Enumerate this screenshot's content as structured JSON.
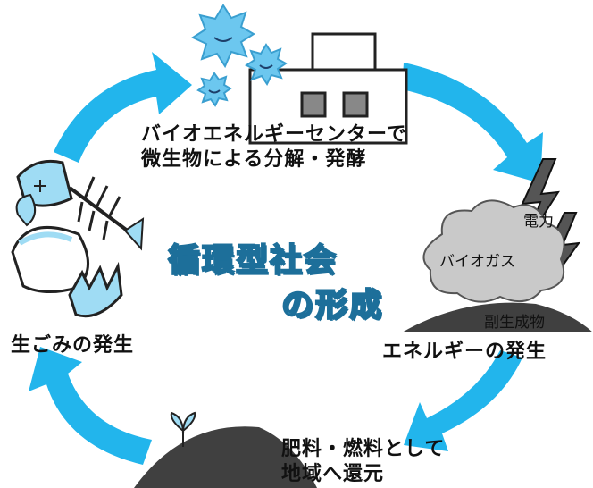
{
  "colors": {
    "arrow": "#22b5ec",
    "microbe": "#6cc7ef",
    "center_fill": "#5bc8ee",
    "center_outline": "#1d6f9a",
    "cloud": "#c9c9c9",
    "pile": "#404040",
    "fish": "#9fdcf4"
  },
  "nodes": {
    "biocenter_line1": "バイオエネルギーセンターで",
    "biocenter_line2": "微生物による分解・発酵",
    "electricity": "電力",
    "biogas": "バイオガス",
    "byproduct": "副生成物",
    "energy": "エネルギーの発生",
    "return_line1": "肥料・燃料として",
    "return_line2": "地域へ還元",
    "garbage": "生ごみの発生"
  },
  "center": {
    "line1": "循環型社会",
    "line2": "の形成"
  },
  "icons": [
    "microbe-icon",
    "building-icon",
    "lightning-icon",
    "cloud-icon",
    "fish-bone-icon",
    "eggshell-icon",
    "sprout-icon",
    "soil-pile-icon"
  ]
}
